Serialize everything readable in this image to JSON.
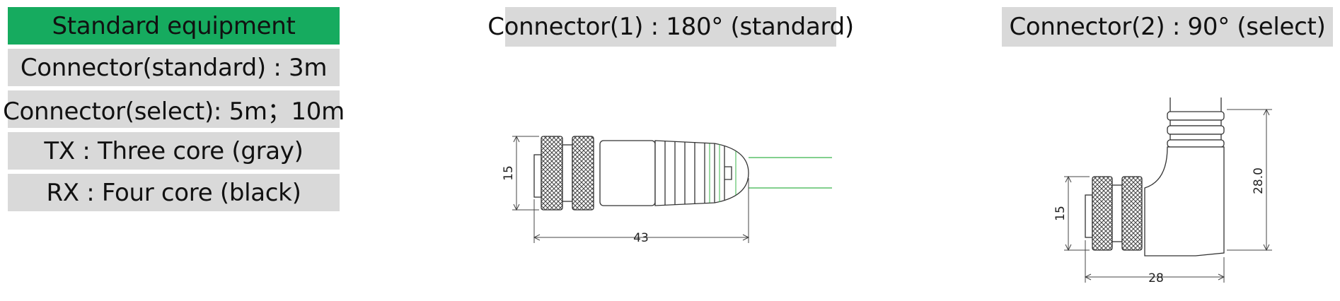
{
  "equipment": {
    "header": "Standard equipment",
    "items": [
      "Connector(standard) : 3m",
      "Connector(select): 5m；10m",
      "TX : Three core (gray)",
      "RX : Four core (black)"
    ]
  },
  "connector1": {
    "title": "Connector(1) : 180° (standard)",
    "dim_height": "15",
    "dim_length": "43"
  },
  "connector2": {
    "title": "Connector(2) : 90° (select)",
    "dim_height": "15",
    "dim_depth": "28",
    "dim_total_height": "28.0"
  },
  "colors": {
    "header_green": "#16ab5f",
    "panel_gray": "#d9d9d9",
    "cable_green": "#39b54a"
  }
}
